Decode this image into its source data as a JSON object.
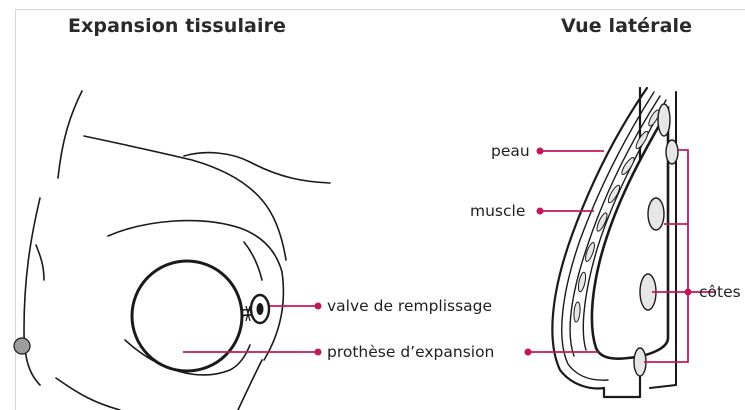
{
  "colors": {
    "leader": "#c2185b",
    "outline": "#1a1a1a",
    "tissue_fill": "#e6e6e6",
    "nipple_fill": "#9e9e9e"
  },
  "titles": {
    "left": "Expansion tissulaire",
    "right": "Vue latérale"
  },
  "labels": {
    "valve": "valve de remplissage",
    "prosthesis": "prothèse d’expansion",
    "skin": "peau",
    "muscle": "muscle",
    "ribs": "côtes"
  }
}
